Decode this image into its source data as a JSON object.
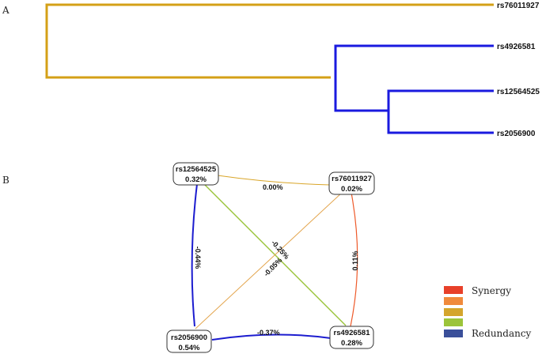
{
  "panel_a": {
    "label": "A",
    "leaves": [
      "rs76011927",
      "rs4926581",
      "rs12564525",
      "rs2056900"
    ],
    "colors": {
      "outer_cluster": "#d4a017",
      "inner_cluster": "#1a1adf"
    }
  },
  "panel_b": {
    "label": "B",
    "nodes": [
      {
        "name": "rs12564525",
        "value": "0.32%"
      },
      {
        "name": "rs76011927",
        "value": "0.02%"
      },
      {
        "name": "rs2056900",
        "value": "0.54%"
      },
      {
        "name": "rs4926581",
        "value": "0.28%"
      }
    ],
    "edges": [
      {
        "from": "rs12564525",
        "to": "rs76011927",
        "label": "0.00%",
        "color": "#d9a528"
      },
      {
        "from": "rs12564525",
        "to": "rs2056900",
        "label": "-0.44%",
        "color": "#1c1ccf"
      },
      {
        "from": "rs12564525",
        "to": "rs4926581",
        "label": "-0.25%",
        "color": "#9ac43a"
      },
      {
        "from": "rs76011927",
        "to": "rs2056900",
        "label": "-0.05%",
        "color": "#e3a54d"
      },
      {
        "from": "rs76011927",
        "to": "rs4926581",
        "label": "0.11%",
        "color": "#ee5a2a"
      },
      {
        "from": "rs2056900",
        "to": "rs4926581",
        "label": "-0.37%",
        "color": "#1c1ccf"
      }
    ]
  },
  "legend": {
    "items": [
      {
        "label": "Synergy",
        "color": "#e8402a"
      },
      {
        "label": "",
        "color": "#f08a3c"
      },
      {
        "label": "",
        "color": "#d4a52c"
      },
      {
        "label": "",
        "color": "#9cc43a"
      },
      {
        "label": "Redundancy",
        "color": "#3a4f9a"
      }
    ]
  }
}
